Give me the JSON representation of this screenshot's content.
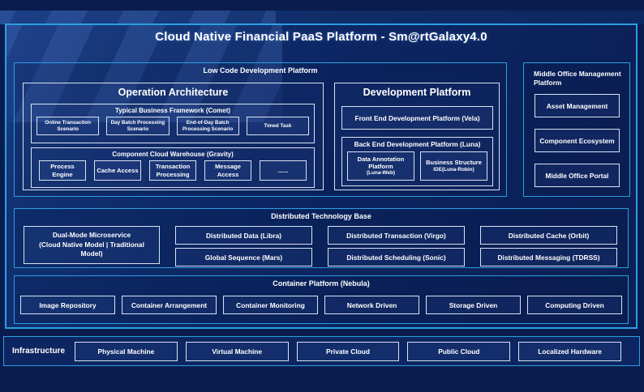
{
  "title": "Cloud Native Financial PaaS Platform - Sm@rtGalaxy4.0",
  "colors": {
    "page_background": "#0a1c4e",
    "panel_background": "#0d2764",
    "accent_border": "#2a9fe2",
    "box_border": "#d9e3f2",
    "text": "#ffffff"
  },
  "low_code": {
    "label": "Low Code Development Platform",
    "operation_architecture": {
      "title": "Operation Architecture",
      "typical_business": {
        "label": "Typical Business Framework (Comet)",
        "items": [
          "Online Transaction Scenario",
          "Day Batch Processing Scenario",
          "End-of-Day Batch Processing Scenario",
          "Timed Task"
        ]
      },
      "component_cloud": {
        "label": "Component Cloud Warehouse (Gravity)",
        "items": [
          "Process Engine",
          "Cache Access",
          "Transaction Processing",
          "Message Access",
          "......"
        ]
      }
    },
    "development_platform": {
      "title": "Development Platform",
      "front_end": "Front End Development Platform (Vela)",
      "back_end": {
        "label": "Back End Development Platform (Luna)",
        "items": [
          {
            "name": "Data Annotation Platform",
            "sub": "(Luna-Web)"
          },
          {
            "name": "Business Structure",
            "sub": "IDE(Luna-Robin)"
          }
        ]
      }
    }
  },
  "middle_office": {
    "label": "Middle Office Management Platform",
    "items": [
      "Asset Management",
      "Component Ecosystem",
      "Middle Office Portal"
    ]
  },
  "distributed": {
    "label": "Distributed Technology Base",
    "dual_mode": {
      "name": "Dual-Mode Microservice",
      "sub": "(Cloud Native Model | Traditional Model)"
    },
    "items": [
      "Distributed Data (Libra)",
      "Global Sequence (Mars)",
      "Distributed Transaction (Virgo)",
      "Distributed Scheduling (Sonic)",
      "Distributed Cache (Orbit)",
      "Distributed Messaging (TDRSS)"
    ]
  },
  "container_platform": {
    "label": "Container Platform (Nebula)",
    "items": [
      "Image Repository",
      "Container Arrangement",
      "Container Monitoring",
      "Network Driven",
      "Storage Driven",
      "Computing Driven"
    ]
  },
  "infrastructure": {
    "label": "Infrastructure",
    "items": [
      "Physical Machine",
      "Virtual Machine",
      "Private Cloud",
      "Public Cloud",
      "Localized Hardware"
    ]
  }
}
